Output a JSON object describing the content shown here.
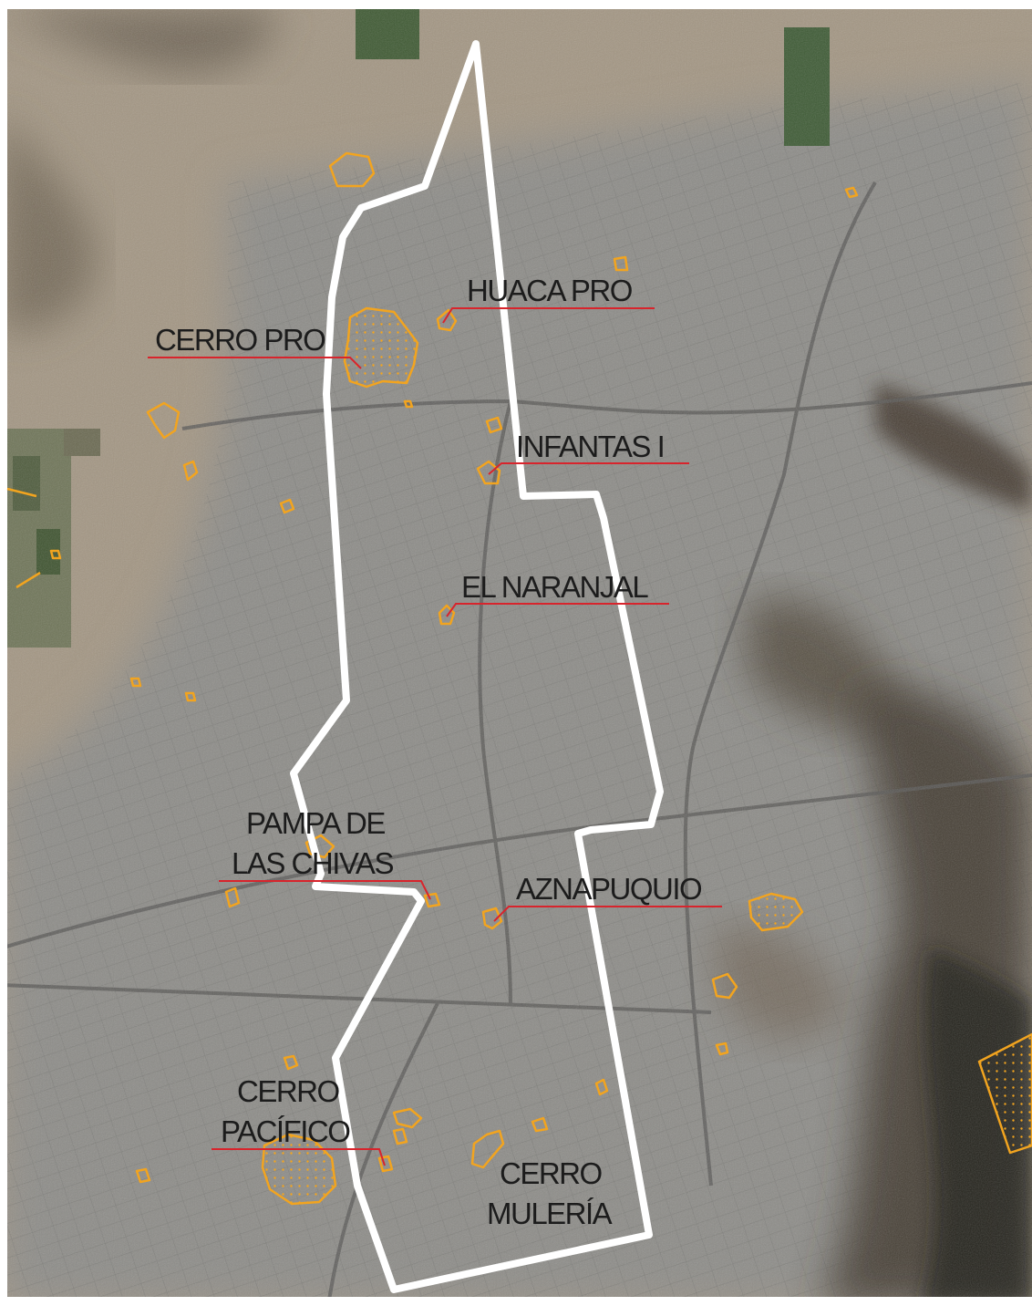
{
  "colors": {
    "terrain": "#9a8e7d",
    "urban": "#8b8a86",
    "hills": "#4a3d31",
    "boundary": "#ffffff",
    "archaeological_site": "#f2a41f",
    "leader_line": "#d8242c",
    "label_text": "#1c1c1c"
  },
  "labels": {
    "huaca_pro": "HUACA PRO",
    "cerro_pro": "CERRO PRO",
    "infantas_i": "INFANTAS I",
    "el_naranjal": "EL NARANJAL",
    "pampa_de_las_chivas_line1": "PAMPA DE",
    "pampa_de_las_chivas_line2": "LAS CHIVAS",
    "aznapuquio": "AZNAPUQUIO",
    "cerro_pacifico_line1": "CERRO",
    "cerro_pacifico_line2": "PACÍFICO",
    "cerro_muleria_line1": "CERRO",
    "cerro_muleria_line2": "MULERÍA"
  }
}
